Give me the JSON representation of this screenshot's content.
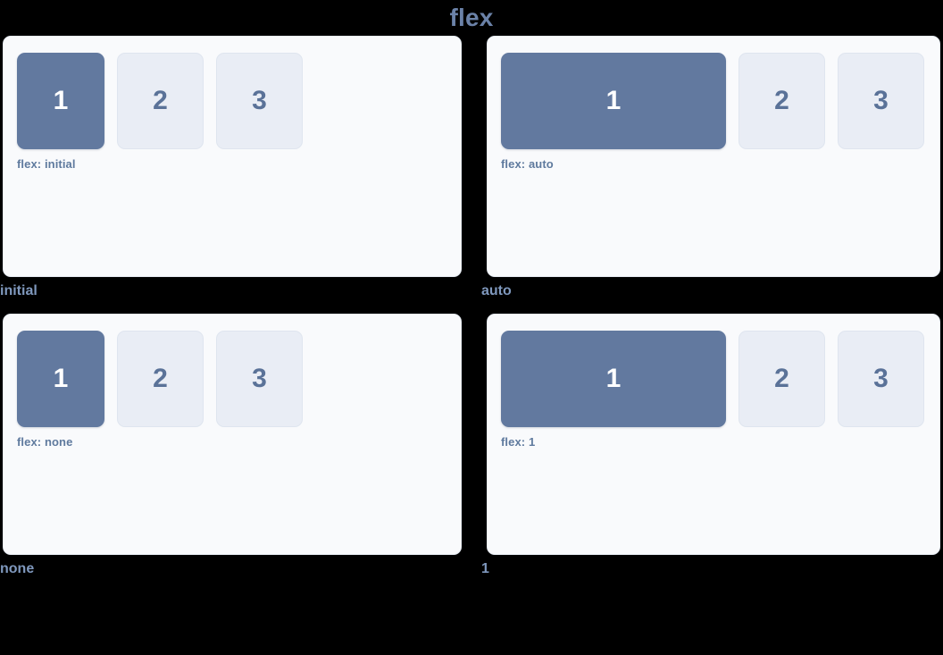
{
  "title": "flex",
  "colors": {
    "background": "#000000",
    "title_text": "#6b82a8",
    "panel_bg": "#f9fafc",
    "panel_border": "#e6ebf2",
    "primary_box_bg": "#62799f",
    "primary_box_text": "#ffffff",
    "muted_box_bg": "#e9edf5",
    "muted_box_text": "#5a7298",
    "inner_label_text": "#5f7a9e",
    "outer_label_text": "#7f98bd"
  },
  "box_numbers": [
    "1",
    "2",
    "3"
  ],
  "demos": [
    {
      "key": "initial",
      "outer_label": "initial",
      "inner_label": "flex: initial",
      "flex_value": "initial"
    },
    {
      "key": "auto",
      "outer_label": "auto",
      "inner_label": "flex: auto",
      "flex_value": "auto"
    },
    {
      "key": "none",
      "outer_label": "none",
      "inner_label": "flex: none",
      "flex_value": "none"
    },
    {
      "key": "one",
      "outer_label": "1",
      "inner_label": "flex: 1",
      "flex_value": "1"
    }
  ]
}
